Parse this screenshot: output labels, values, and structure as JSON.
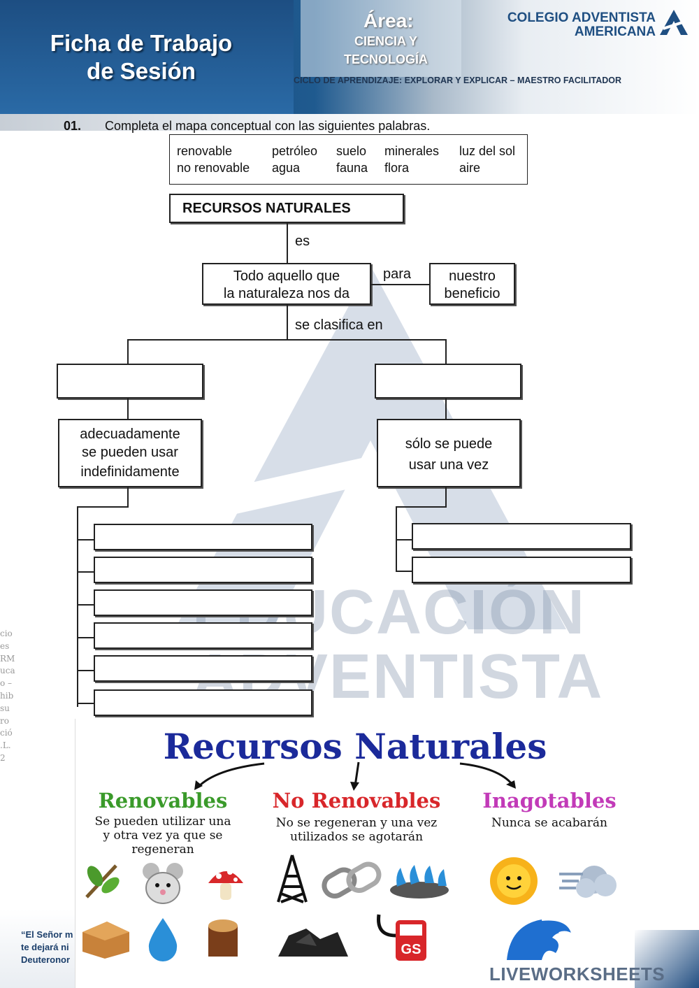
{
  "header": {
    "title_line1": "Ficha de Trabajo",
    "title_line2": "de Sesión",
    "area_label": "Área:",
    "area_line1": "CIENCIA Y",
    "area_line2": "TECNOLOGÍA",
    "school_line1": "COLEGIO ADVENTISTA",
    "school_line2": "AMERICANA",
    "cycle": "CICLO DE APRENDIZAJE: EXPLORAR Y EXPLICAR – MAESTRO FACILITADOR"
  },
  "watermark": {
    "line1": "EDUCACIÓN",
    "line2": "ADVENTISTA"
  },
  "side_text": [
    "cio",
    "es",
    "RM",
    "uca",
    "o –",
    "hib",
    "su",
    "ro",
    "ció",
    ".L.",
    "2"
  ],
  "instruction": {
    "number": "01.",
    "text": "Completa el mapa conceptual con las siguientes palabras."
  },
  "words": {
    "row1": [
      "renovable",
      "petróleo",
      "suelo",
      "minerales",
      "luz del sol"
    ],
    "row2": [
      "no renovable",
      "agua",
      "fauna",
      "flora",
      "aire"
    ]
  },
  "map": {
    "root": "RECURSOS NATURALES",
    "link_es": "es",
    "definition_line1": "Todo aquello que",
    "definition_line2": "la naturaleza nos da",
    "link_para": "para",
    "benefit_line1": "nuestro",
    "benefit_line2": "beneficio",
    "link_clasifica": "se clasifica en",
    "left_desc_line1": "adecuadamente",
    "left_desc_line2": "se pueden usar",
    "left_desc_line3": "indefinidamente",
    "right_desc_line1": "sólo se puede",
    "right_desc_line2": "usar una vez"
  },
  "poster": {
    "title": "Recursos Naturales",
    "renovables": {
      "title": "Renovables",
      "desc_line1": "Se pueden utilizar una",
      "desc_line2": "y otra vez ya que se",
      "desc_line3": "regeneran",
      "color": "#3a9a2a"
    },
    "no_renovables": {
      "title": "No Renovables",
      "desc_line1": "No se regeneran y una vez",
      "desc_line2": "utilizados se agotarán",
      "color": "#d8262a"
    },
    "inagotables": {
      "title": "Inagotables",
      "desc_line1": "Nunca se acabarán",
      "color": "#c23ab8"
    },
    "icons": [
      "branch-icon",
      "mouse-icon",
      "mushroom-icon",
      "soil-icon",
      "water-drop-icon",
      "log-icon",
      "oil-rig-icon",
      "chain-icon",
      "gas-flame-icon",
      "coal-icon",
      "gas-pump-icon",
      "sun-icon",
      "wind-icon",
      "wave-icon"
    ]
  },
  "footer": {
    "quote_line1": "“El Señor m",
    "quote_line2": "te dejará ni",
    "quote_line3": "Deuteronor",
    "watermark": "LIVEWORKSHEETS"
  }
}
